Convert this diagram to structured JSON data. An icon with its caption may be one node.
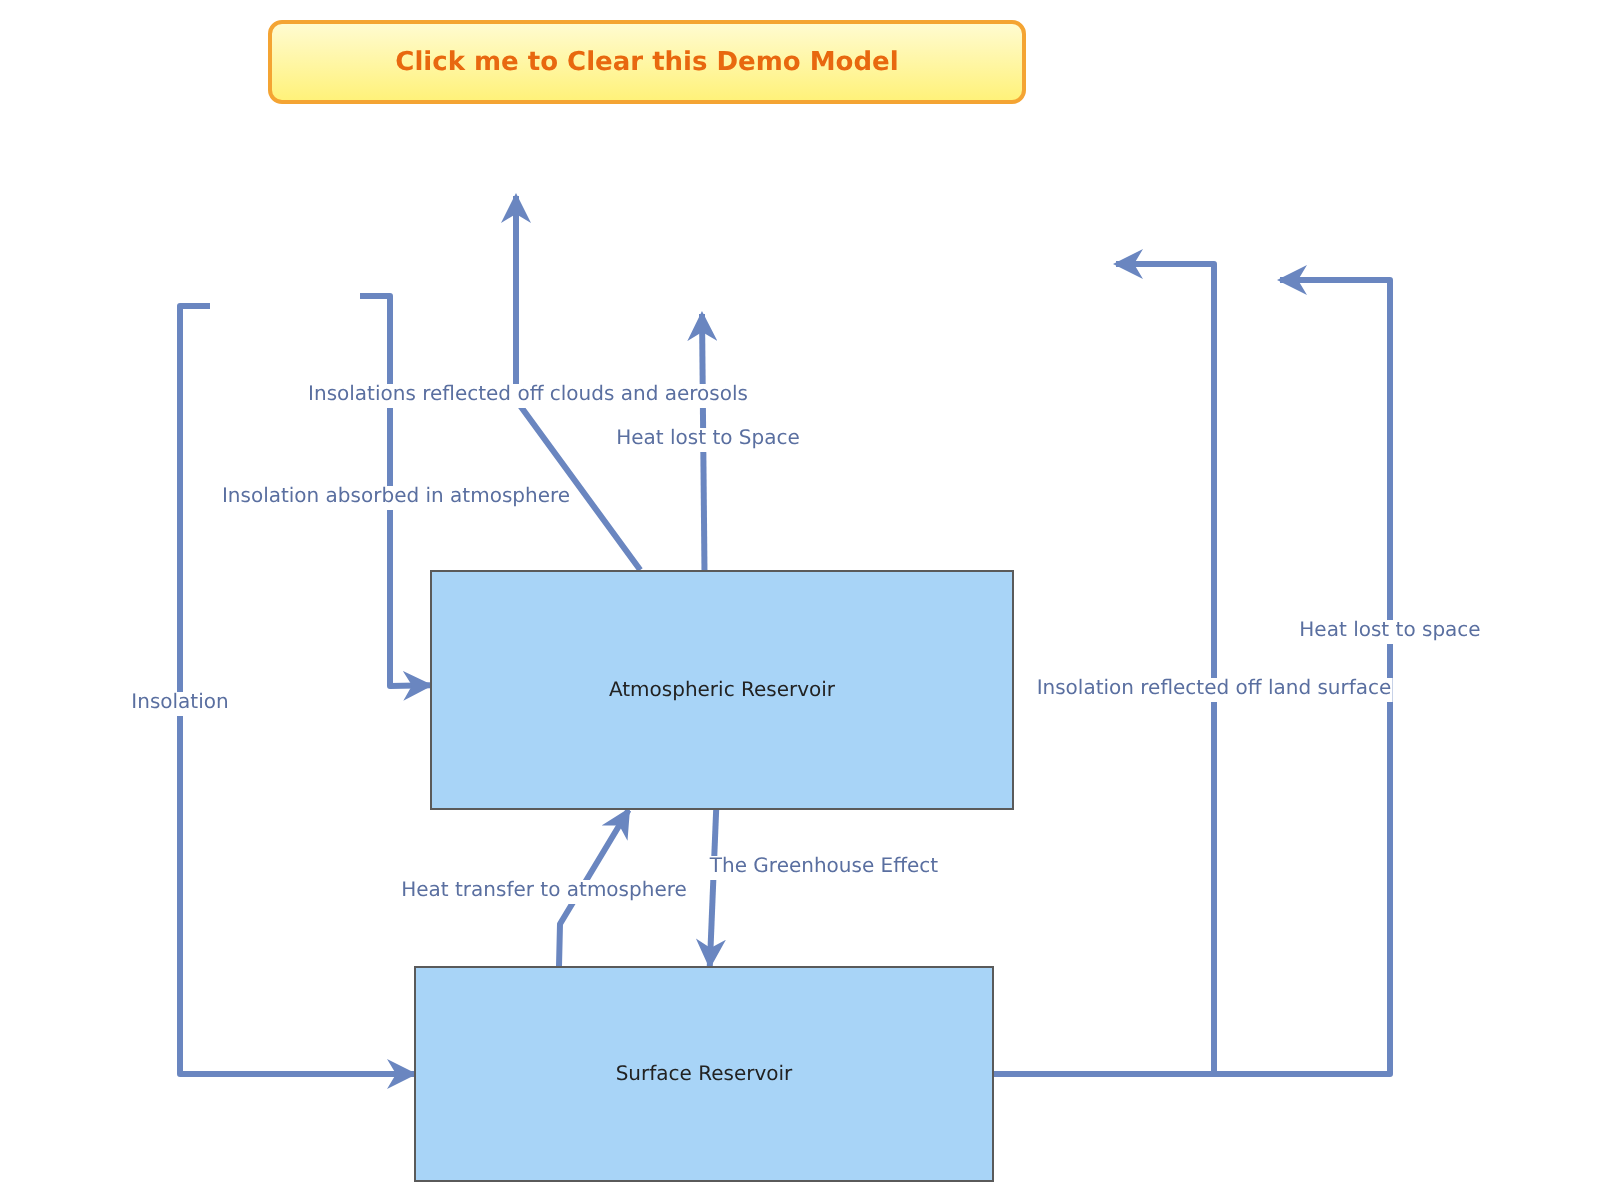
{
  "diagram": {
    "nodes": [
      {
        "text": [
          "Atmospheric Reservoir"
        ]
      },
      {
        "text": [
          "Surface Reservoir"
        ]
      },
      {
        "text": [
          "Click me to Clear this Demo Model"
        ]
      }
    ],
    "edges": [
      {
        "from": null,
        "to": 1,
        "arrow": "to",
        "label": "Insolation"
      },
      {
        "from": null,
        "to": 0,
        "arrow": "to",
        "label": "Insolation absorbed in atmosphere"
      },
      {
        "from": 0,
        "to": null,
        "arrow": "to",
        "label": "Insolations reflected off clouds and aerosols"
      },
      {
        "from": 0,
        "to": null,
        "arrow": "to",
        "label": "Heat lost to Space"
      },
      {
        "from": 1,
        "to": 0,
        "arrow": "to",
        "label": "Heat transfer to atmosphere"
      },
      {
        "from": 0,
        "to": 1,
        "arrow": "to",
        "label": "The Greenhouse Effect"
      },
      {
        "from": 1,
        "to": null,
        "arrow": "to",
        "label": "Insolation reflected off land surface"
      },
      {
        "from": 1,
        "to": null,
        "arrow": "to",
        "label": "Heat lost to space"
      }
    ]
  }
}
